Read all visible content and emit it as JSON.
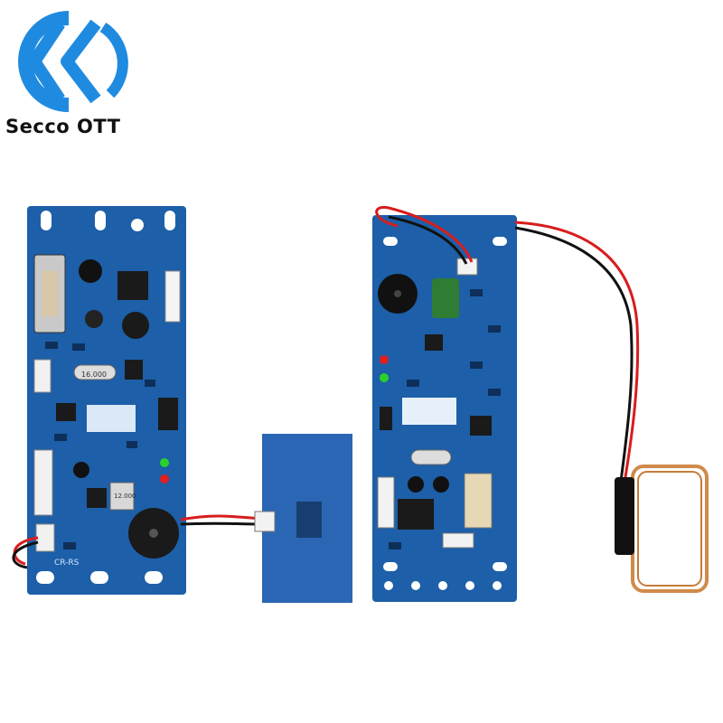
{
  "brand": {
    "name": "Secco OTT",
    "logo_color": "#1f8be0"
  },
  "board_labels": {
    "left_board": "CR-RS",
    "crystal_left": "16.000",
    "crystal_small": "12.000"
  },
  "colors": {
    "pcb_blue": "#1d5fa8",
    "pcb_dark": "#15467f",
    "antenna_blue": "#2a66b4",
    "coil_copper": "#d08a4a",
    "wire_red": "#d81d1d",
    "wire_black": "#111111"
  }
}
